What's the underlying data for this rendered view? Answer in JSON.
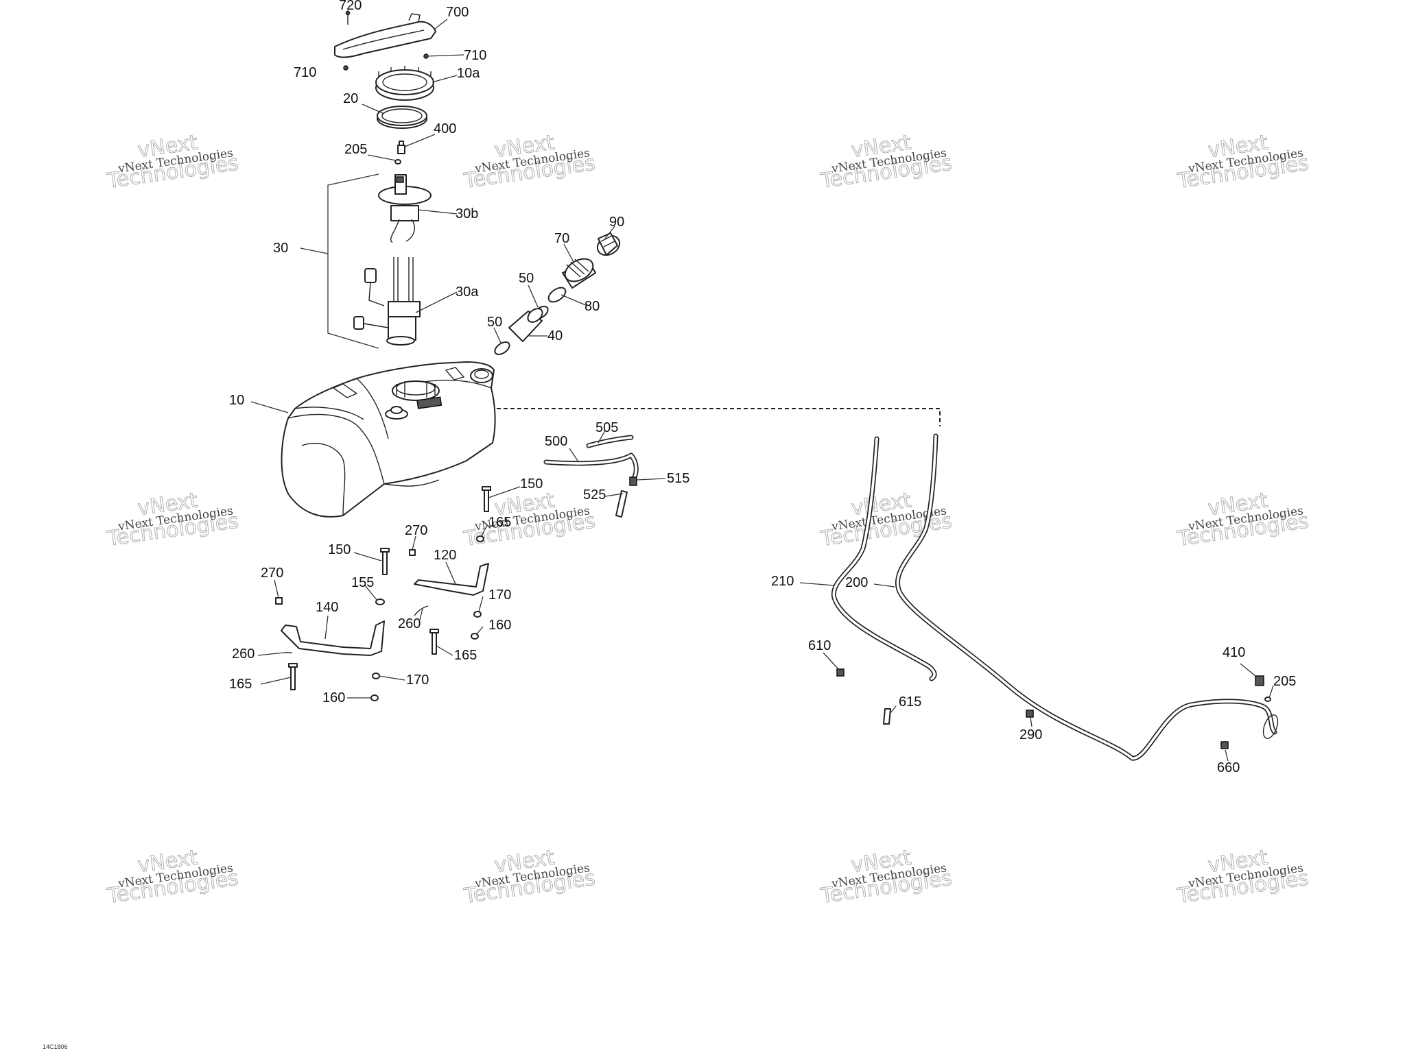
{
  "callouts": {
    "c720": "720",
    "c700": "700",
    "c710a": "710",
    "c710b": "710",
    "c10a": "10a",
    "c20": "20",
    "c400": "400",
    "c205a": "205",
    "c30b": "30b",
    "c30": "30",
    "c30a": "30a",
    "c90": "90",
    "c70": "70",
    "c50a": "50",
    "c80": "80",
    "c50b": "50",
    "c40": "40",
    "c10": "10",
    "c505": "505",
    "c500": "500",
    "c515": "515",
    "c150a": "150",
    "c525": "525",
    "c165a": "165",
    "c270a": "270",
    "c150b": "150",
    "c120": "120",
    "c270b": "270",
    "c155": "155",
    "c170a": "170",
    "c140": "140",
    "c260a": "260",
    "c160a": "160",
    "c260b": "260",
    "c165b": "165",
    "c165c": "165",
    "c170b": "170",
    "c160b": "160",
    "c210": "210",
    "c200": "200",
    "c610": "610",
    "c615": "615",
    "c290": "290",
    "c410": "410",
    "c205b": "205",
    "c660": "660"
  },
  "watermark": {
    "line1": "vNext Technologies",
    "big1": "vNext",
    "big2": "Technologies"
  },
  "drawing_code": "14C1806"
}
